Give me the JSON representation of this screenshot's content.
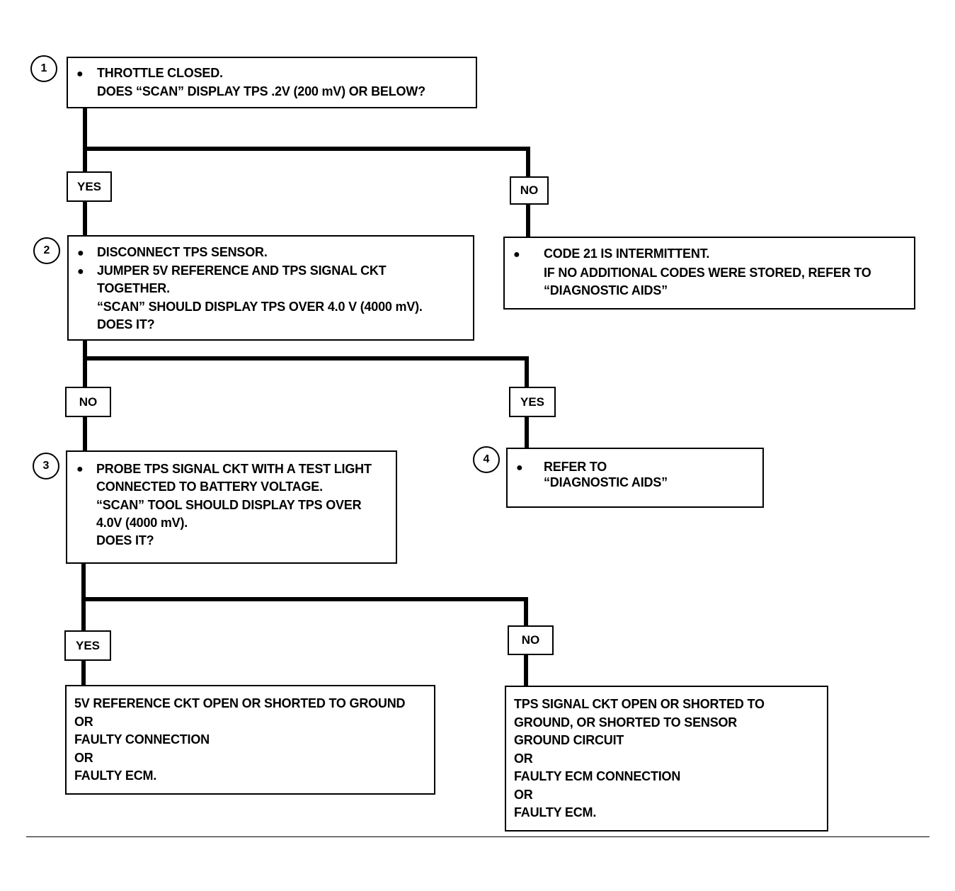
{
  "steps": [
    {
      "number": "1",
      "lines": [
        "THROTTLE CLOSED.",
        "DOES “SCAN” DISPLAY TPS .2V (200 mV) OR BELOW?"
      ]
    },
    {
      "number": "2",
      "lines": [
        "DISCONNECT TPS SENSOR.",
        "JUMPER 5V REFERENCE AND TPS SIGNAL CKT",
        "TOGETHER.",
        "“SCAN” SHOULD DISPLAY TPS OVER 4.0 V (4000 mV).",
        "DOES IT?"
      ]
    },
    {
      "number": "3",
      "lines": [
        "PROBE TPS SIGNAL CKT WITH A TEST LIGHT",
        "CONNECTED TO BATTERY VOLTAGE.",
        "“SCAN” TOOL SHOULD DISPLAY TPS OVER",
        "4.0V (4000 mV).",
        "DOES IT?"
      ]
    },
    {
      "number": "4",
      "lines": [
        "REFER TO",
        "“DIAGNOSTIC AIDS”"
      ]
    }
  ],
  "intermittent": {
    "lines": [
      "CODE 21 IS INTERMITTENT.",
      "IF NO ADDITIONAL CODES WERE STORED, REFER  TO",
      "“DIAGNOSTIC AIDS”"
    ]
  },
  "outcomes": {
    "reference_fault": [
      "5V REFERENCE CKT OPEN OR SHORTED TO GROUND",
      "OR",
      "FAULTY CONNECTION",
      "OR",
      "FAULTY ECM."
    ],
    "signal_fault": [
      "TPS SIGNAL CKT OPEN OR SHORTED TO",
      "GROUND, OR SHORTED TO SENSOR",
      "GROUND CIRCUIT",
      "OR",
      "FAULTY ECM CONNECTION",
      "OR",
      "FAULTY ECM."
    ]
  },
  "branch_labels": {
    "yes": "YES",
    "no": "NO"
  }
}
